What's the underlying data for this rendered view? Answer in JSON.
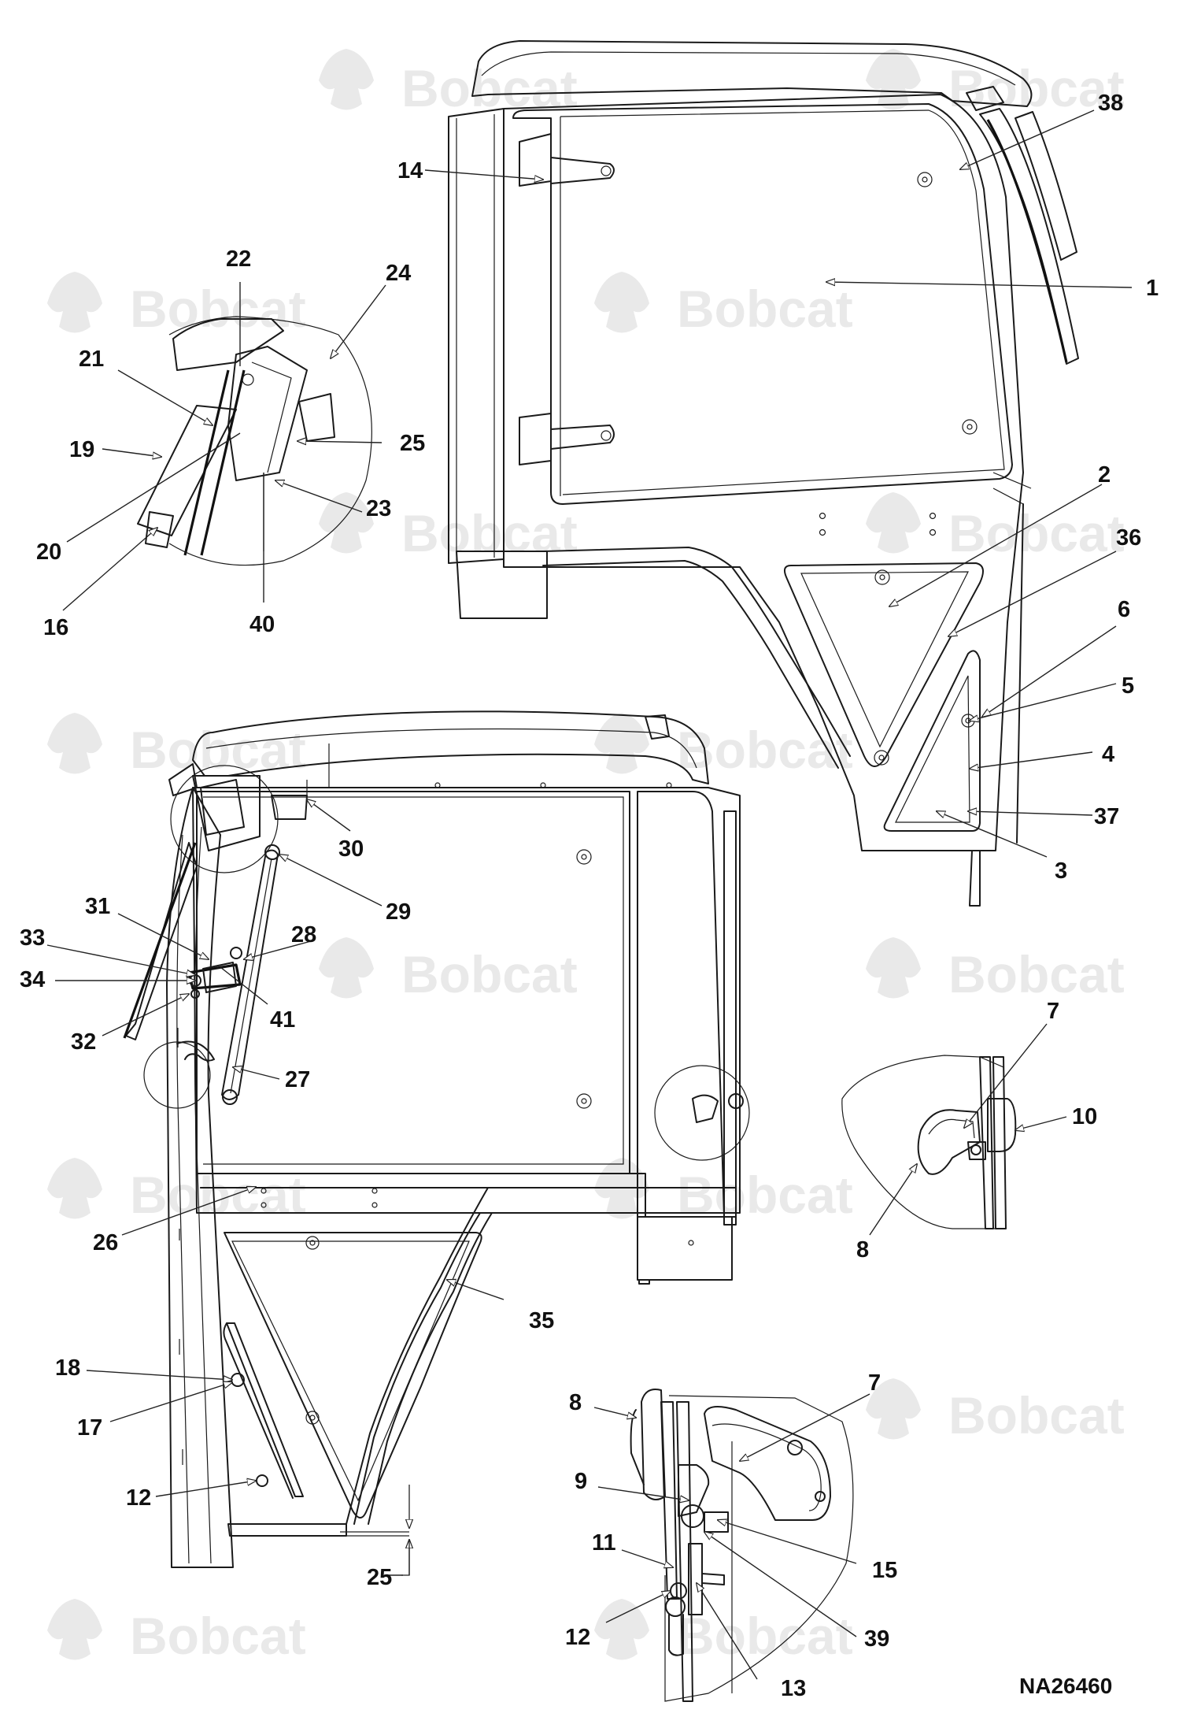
{
  "watermark": "Bobcat",
  "drawing_id": "NA26460",
  "callouts": {
    "c1": "1",
    "c2": "2",
    "c3": "3",
    "c4": "4",
    "c5": "5",
    "c6": "6",
    "c36": "36",
    "c37": "37",
    "c38": "38",
    "c14": "14",
    "c22": "22",
    "c24": "24",
    "c21": "21",
    "c19": "19",
    "c25a": "25",
    "c23": "23",
    "c20": "20",
    "c16": "16",
    "c40": "40",
    "c30": "30",
    "c29": "29",
    "c31": "31",
    "c28": "28",
    "c33": "33",
    "c34": "34",
    "c41": "41",
    "c32": "32",
    "c27": "27",
    "c26": "26",
    "c35": "35",
    "c18": "18",
    "c17": "17",
    "c12a": "12",
    "c25b": "25",
    "c7a": "7",
    "c10": "10",
    "c8a": "8",
    "c7b": "7",
    "c8b": "8",
    "c9": "9",
    "c11": "11",
    "c15": "15",
    "c12b": "12",
    "c39": "39",
    "c13": "13"
  }
}
